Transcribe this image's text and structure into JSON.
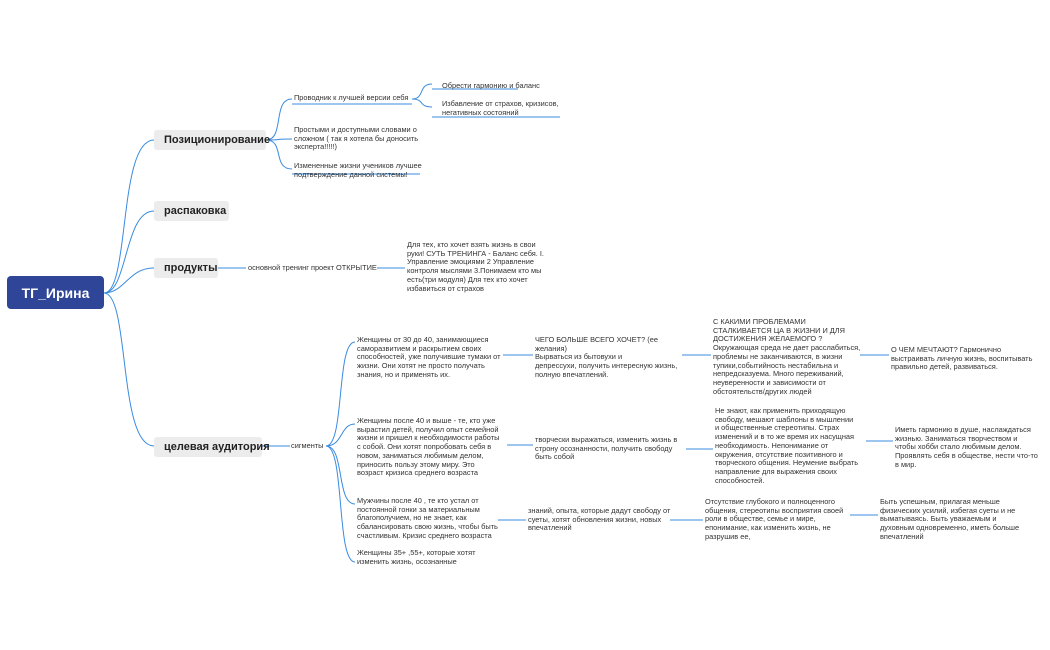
{
  "root": "ТГ_Ирина",
  "branches": {
    "positioning": {
      "label": "Позиционирование",
      "guide": "Проводник к лучшей версии себя",
      "harmony": "Обрести гармонию  и баланс",
      "free_fears": "Избавление от страхов, кризисов,\nнегативных состояний",
      "simple_words": "Простыми и доступными словами о\nсложном  ( так я хотела бы доносить\nэксперта!!!!!)",
      "changed_lives": "Измененные жизни учеников лучшее\nподтверждение данной системы!"
    },
    "unpacking": {
      "label": "распаковка"
    },
    "products": {
      "label": "продукты",
      "training": "основной тренинг проект ОТКРЫТИЕ",
      "description": "Для тех, кто хочет взять жизнь в свои\nруки!     СУТЬ ТРЕНИНГА - Баланс себя. I.\nУправление эмоциями 2 Управление\nконтроля мыслями  3.Понимаем кто мы\nесть(три модуля)      Для тех кто хочет\nизбавиться от страхов"
    },
    "audience": {
      "label": "целевая аудитория",
      "segments": "сигменты",
      "seg1": "Женщины от 30 до 40, занимающиеся\nсаморазвитием и раскрытием своих\nспособностей, уже получившие тумаки от\nжизни. Они хотят не просто получать\nзнания, но и применять их.",
      "seg2": "Женщины после 40 и выше - те, кто уже\nвырастил детей, получил опыт семейной\nжизни и пришел к необходимости работы\nс собой. Они хотят попробовать себя в\nновом, заниматься любимым делом,\nприносить пользу этому миру. Это\nвозраст кризиса среднего возраста",
      "seg3": "Мужчины после 40 , те кто устал от\nпостоянной гонки за материальным\nблагополучием, но не знает, как\nсбалансировать свою жизнь, чтобы быть\nсчастливым. Кризис среднего возраста",
      "seg4": "Женщины 35+ ,55+, которые хотят\nизменить жизнь, осознанные",
      "want1": "ЧЕГО БОЛЬШЕ ВСЕГО ХОЧЕТ? (ее\nжелания)\n                    Вырваться из бытовухи и\nдепрессухи, получить интересную жизнь,\nполную впечатлений.",
      "want2": "творчески выражаться, изменить жизнь в\nстрону осознанности, получить свободу\nбыть собой",
      "want3": "знаний, опыта, которые дадут свободу от\nсуеты, хотят обновления жизни, новых\nвпечатлений",
      "problems1": "С КАКИМИ ПРОБЛЕМАМИ\nСТАЛКИВАЕТСЯ ЦА В ЖИЗНИ И ДЛЯ\nДОСТИЖЕНИЯ ЖЕЛАЕМОГО ?\nОкружающая среда не дает расслабиться,\nпроблемы не заканчиваются, в жизни\nтупики,событийность нестабильна и\nнепредсказуема. Много переживаний,\nнеуверенности и зависимости от\nобстоятельств/других людей",
      "problems2": "Не знают, как применить приходящую\nсвободу, мешают шаблоны  в мышлении\nи общественные стереотипы. Страх\nизменений и в то же время их насущная\nнеобходимость. Непонимание от\nокружения, отсутствие позитивного и\nтворческого общения. Неумение выбрать\nнаправление для выражения своих\nспособностей.",
      "problems3": "Отсутствие глубокого и полноценного\nобщения, стереотипы восприятия своей\nроли в обществе, семье и мире,\nепонимание, как изменить жизнь, не\nразрушив ее,",
      "dream1": "О ЧЕМ МЕЧТАЮТ?          Гармонично\nвыстраивать личную жизнь, воспитывать\nправильно детей, развиваться.",
      "dream2": "Иметь гармонию в душе, наслаждаться\nжизнью. Заниматься творчеством и\nчтобы хобби стало любимым делом.\nПроявлять себя в обществе, нести что-то\nв мир.",
      "dream3": "Быть успешным, прилагая меньше\nфизических усилий, избегая суеты и не\nвыматываясь. Быть уважаемым и\nдуховным одновременно, иметь больше\nвпечатлений"
    }
  },
  "colors": {
    "root_bg": "#2f4597",
    "main_bg": "#ececec",
    "line": "#3a8be0"
  }
}
